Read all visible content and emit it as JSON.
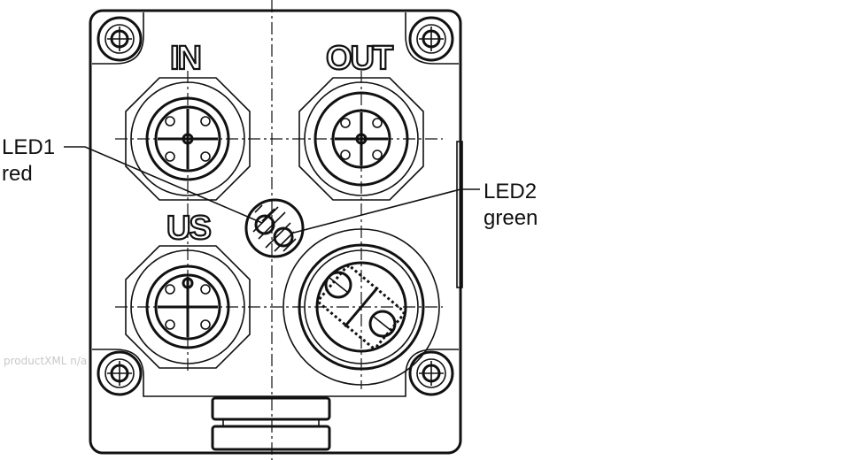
{
  "ports": {
    "in": "IN",
    "out": "OUT",
    "us": "US"
  },
  "callouts": {
    "led1": {
      "name": "LED1",
      "color": "red"
    },
    "led2": {
      "name": "LED2",
      "color": "green"
    }
  },
  "watermark": "productXML n/a"
}
